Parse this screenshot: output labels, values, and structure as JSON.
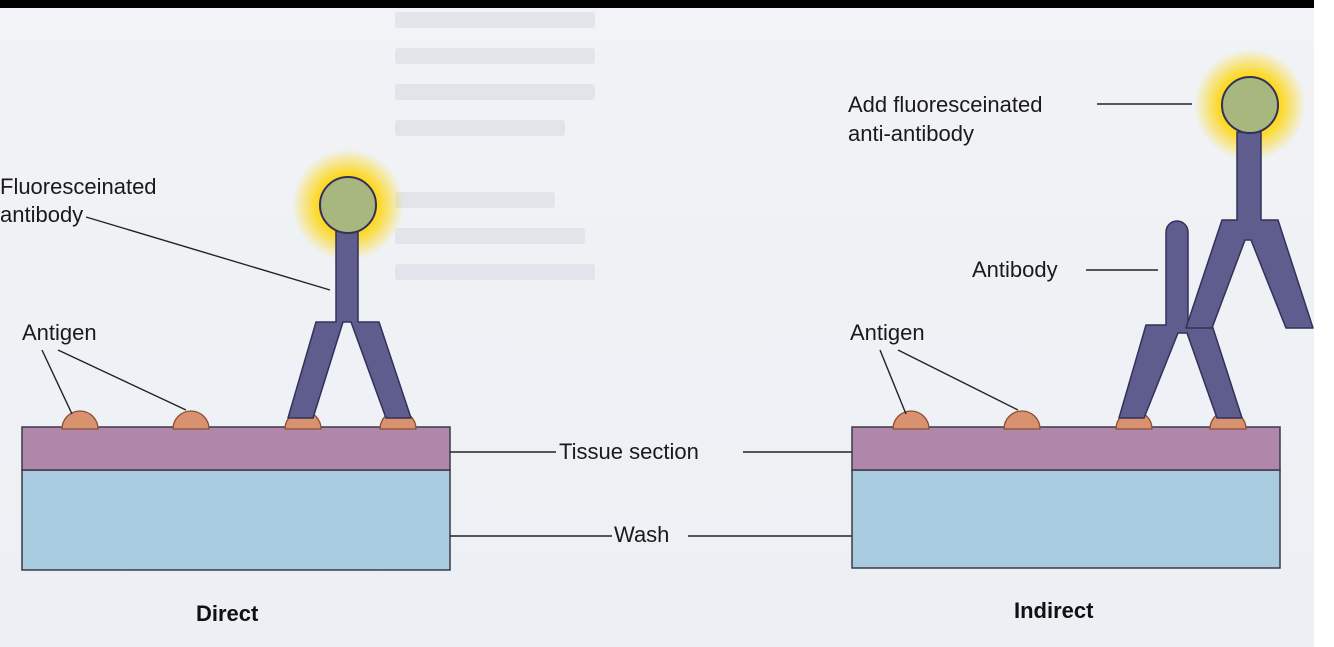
{
  "labels": {
    "fluoresceinated_antibody_line1": "Fluoresceinated",
    "fluoresceinated_antibody_line2": "antibody",
    "antigen_left": "Antigen",
    "antigen_right": "Antigen",
    "add_fluor_line1": "Add fluoresceinated",
    "add_fluor_line2": "anti-antibody",
    "antibody": "Antibody",
    "tissue_section": "Tissue section",
    "wash": "Wash"
  },
  "panels": {
    "direct_title": "Direct",
    "indirect_title": "Indirect"
  },
  "colors": {
    "antibody": "#5f5c8e",
    "antigen": "#d99270",
    "tissue": "#b087aa",
    "wash": "#a9cbdf",
    "glow": "#ffd400",
    "fluorescein": "#a8b77e"
  }
}
